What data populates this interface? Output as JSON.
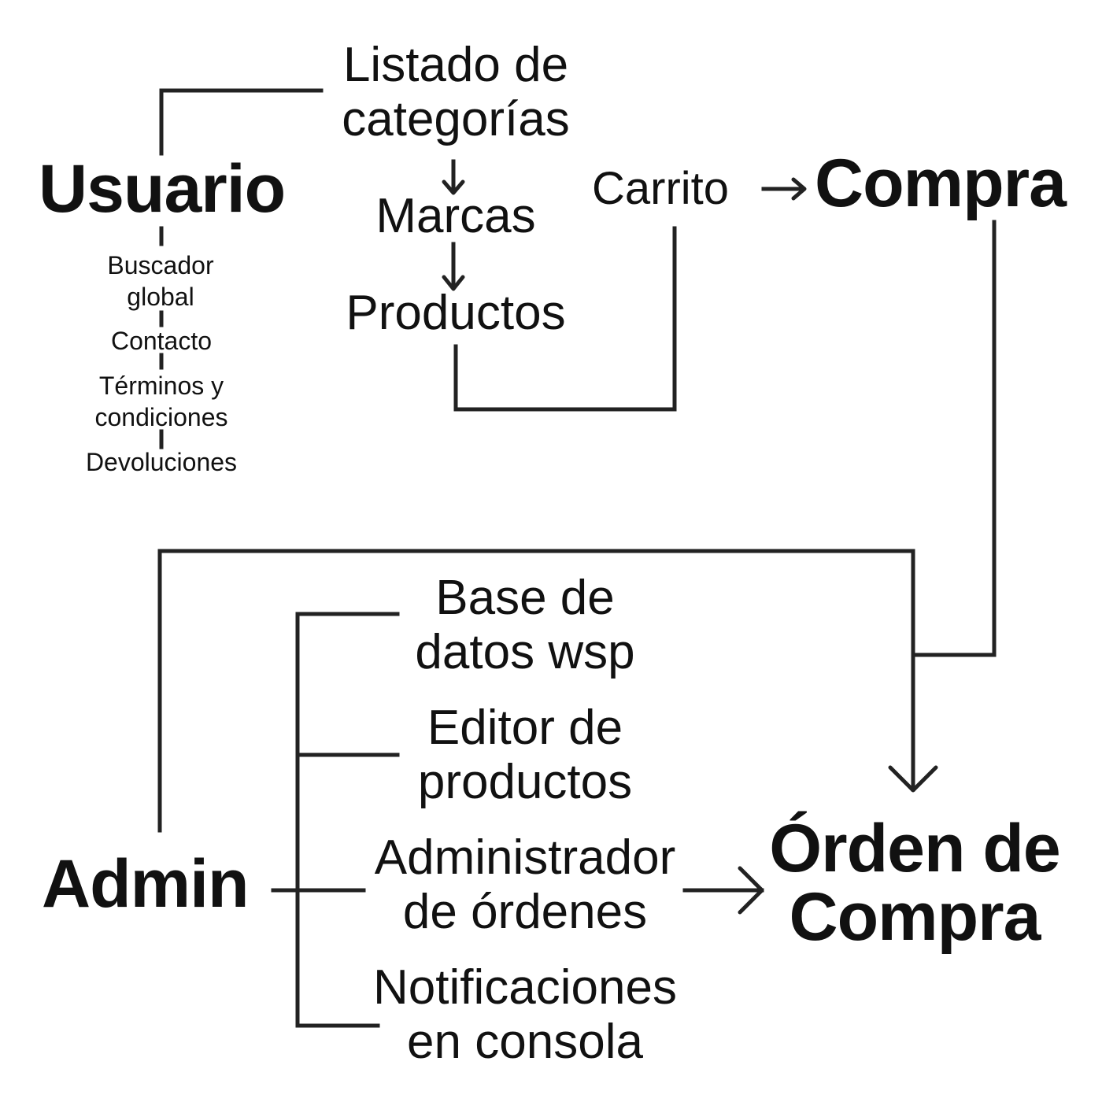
{
  "user": {
    "title": "Usuario",
    "items": [
      "Buscador",
      "global",
      "Contacto",
      "Términos y",
      "condiciones",
      "Devoluciones"
    ]
  },
  "catalog": {
    "categories": [
      "Listado de",
      "categorías"
    ],
    "brands": "Marcas",
    "products": "Productos"
  },
  "cart": "Carrito",
  "purchase": "Compra",
  "admin": {
    "title": "Admin",
    "tools": [
      [
        "Base de",
        "datos wsp"
      ],
      [
        "Editor de",
        "productos"
      ],
      [
        "Administrador",
        "de órdenes"
      ],
      [
        "Notificaciones",
        "en consola"
      ]
    ]
  },
  "order": [
    "Órden de",
    "Compra"
  ],
  "colors": {
    "ink": "#111111",
    "background": "#ffffff"
  }
}
